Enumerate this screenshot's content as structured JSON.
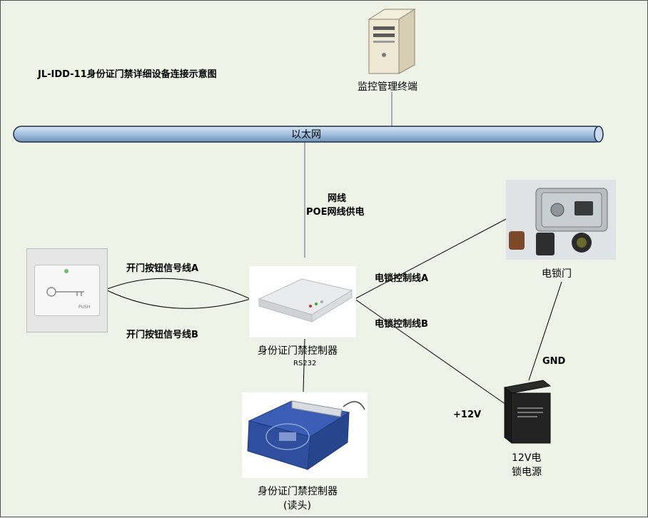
{
  "title": "JL-IDD-11身份证门禁详细设备连接示意图",
  "network": {
    "label": "以太网"
  },
  "devices": {
    "server": "监控管理终端",
    "controller": "身份证门禁控制器",
    "reader_line1": "身份证门禁控制器",
    "reader_line2": "(读头)",
    "lock": "电锁门",
    "psu_line1": "12V电",
    "psu_line2": "锁电源",
    "button_brand": "PUSH"
  },
  "connections": {
    "net_line1": "网线",
    "net_line2": "POE网线供电",
    "button_a": "开门按钮信号线A",
    "button_b": "开门按钮信号线B",
    "lock_a": "电锁控制线A",
    "lock_b": "电锁控制线B",
    "rs232": "RS232",
    "gnd": "GND",
    "plus12v": "+12V"
  },
  "colors": {
    "background": "#eff2e6",
    "bus_fill": "#a9c6e3",
    "bus_stroke": "#1d2f4a",
    "reader_blue": "#2f4f9e"
  }
}
